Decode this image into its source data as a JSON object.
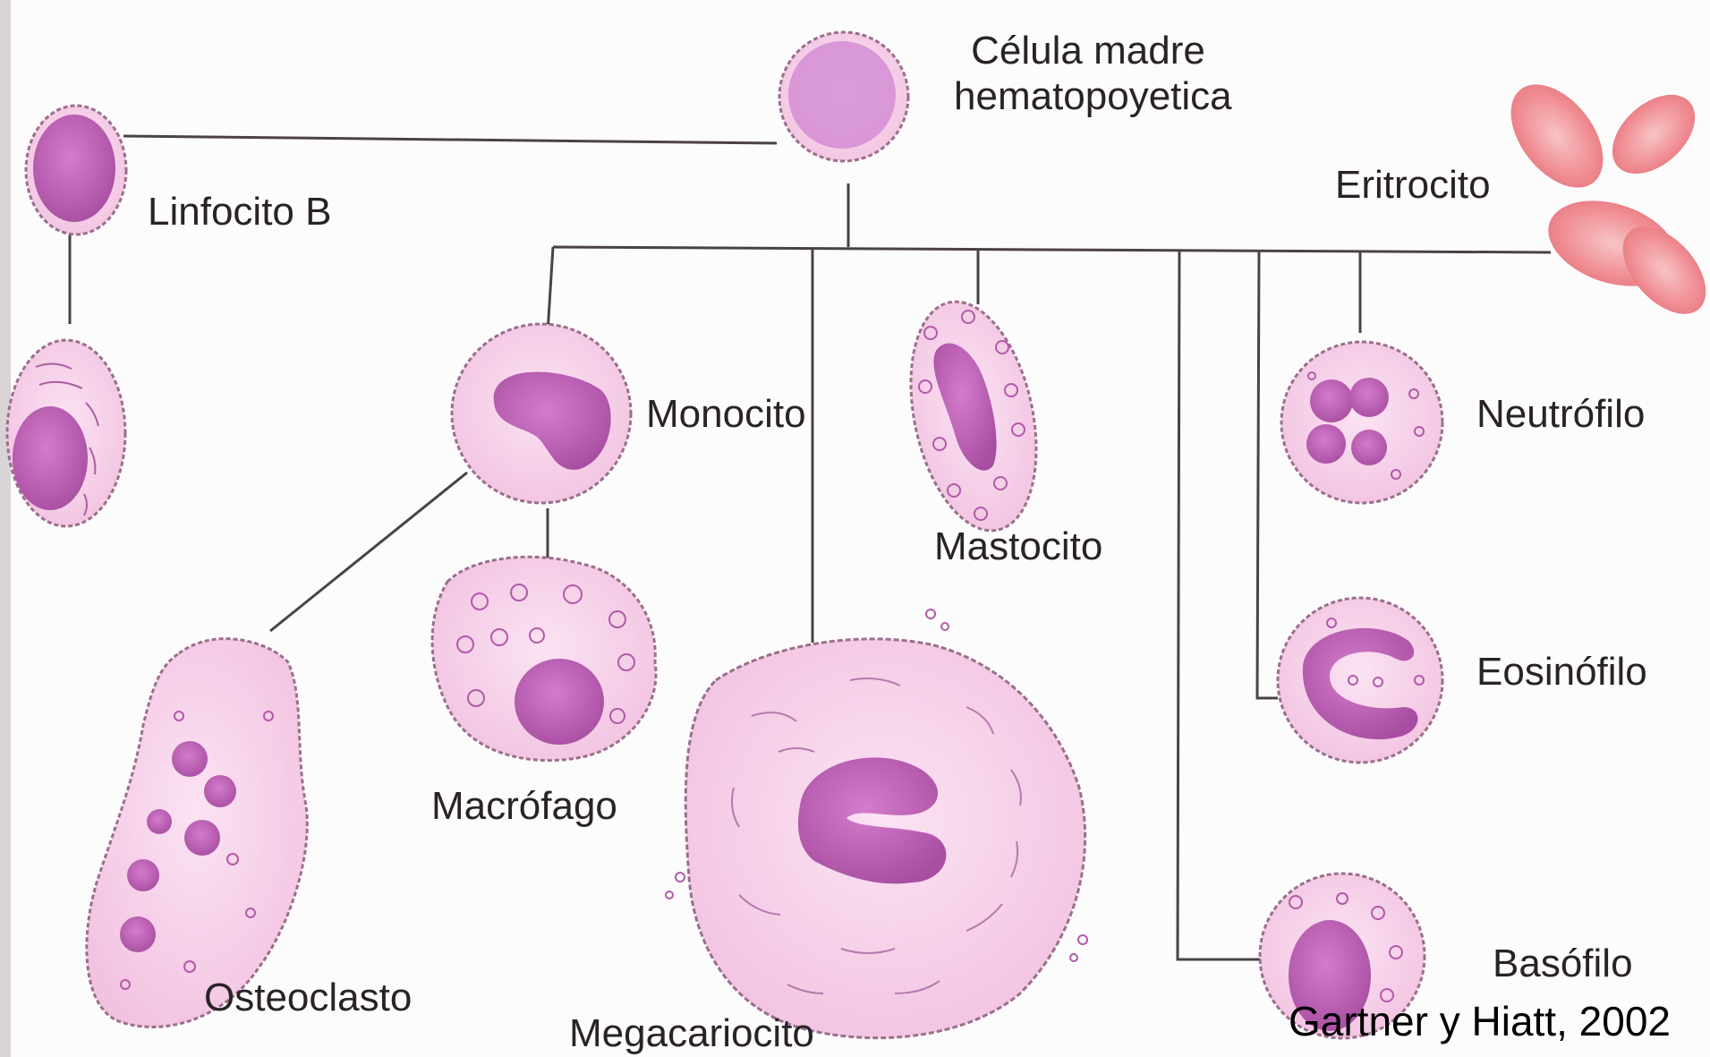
{
  "diagram": {
    "labels": {
      "stem_cell_line1": "Célula madre",
      "stem_cell_line2": "hematopoyetica",
      "b_lymphocyte": "Linfocito B",
      "erythrocyte": "Eritrocito",
      "monocyte": "Monocito",
      "mast_cell": "Mastocito",
      "neutrophil": "Neutrófilo",
      "eosinophil": "Eosinófilo",
      "macrophage": "Macrófago",
      "osteoclast": "Osteoclasto",
      "megakaryocyte": "Megacariocito",
      "basophil": "Basófilo"
    },
    "credit": "Gartner y Hiatt, 2002"
  },
  "colors": {
    "cytoplasm": "#f6cfe8",
    "cell_membrane": "#9a6f8c",
    "nucleus": "#c064b4",
    "nucleus_dark": "#9e4a98",
    "erythrocyte": "#f29a9e",
    "connector": "#4a4245",
    "label_text": "#2a2326"
  }
}
